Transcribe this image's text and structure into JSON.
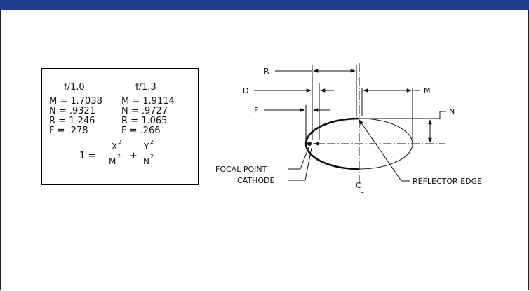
{
  "table": {
    "col1_header": "f/1.0",
    "col2_header": "f/1.3",
    "rows": [
      {
        "c1": "M = 1.7038",
        "c2": "M = 1.9114"
      },
      {
        "c1": "N = .9321",
        "c2": "N = .9727"
      },
      {
        "c1": "R = 1.246",
        "c2": "R = 1.065"
      },
      {
        "c1": "F = .278",
        "c2": "F = .266"
      }
    ]
  },
  "equation": {
    "lhs": "1 =",
    "term1_num": "X",
    "term1_den": "M",
    "plus": "+",
    "term2_num": "Y",
    "term2_den": "N",
    "exponent": "2"
  },
  "diagram": {
    "label_r": "R",
    "label_d": "D",
    "label_f": "F",
    "label_m": "M",
    "label_n": "N",
    "label_focal_point": "FOCAL POINT",
    "label_cathode": "CATHODE",
    "label_reflector_edge": "REFLECTOR EDGE",
    "label_centerline": "C",
    "label_centerline_sub": "L"
  }
}
